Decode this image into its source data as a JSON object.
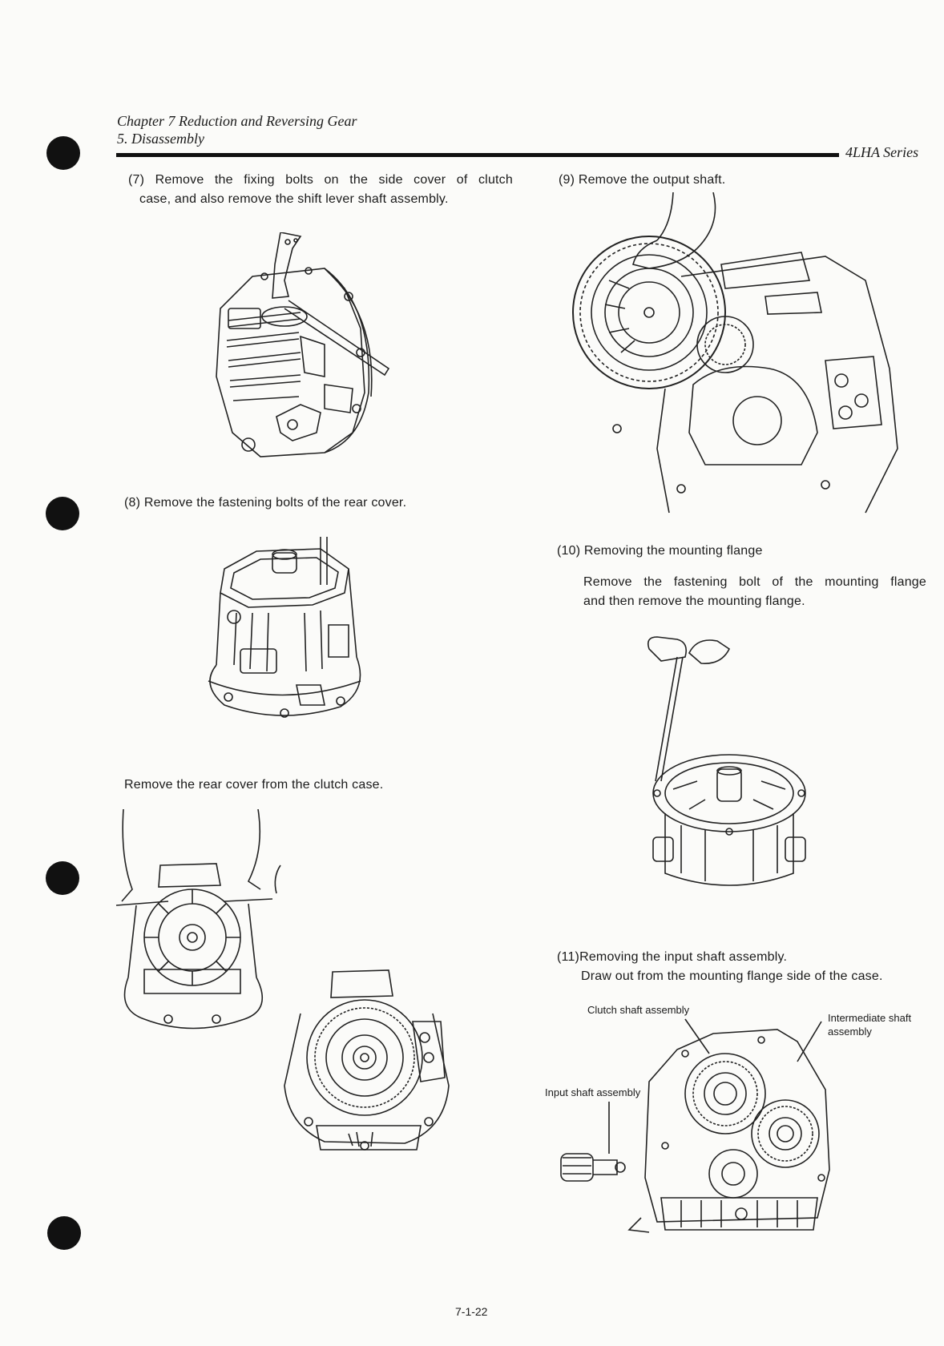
{
  "header": {
    "chapter": "Chapter 7 Reduction and Reversing Gear",
    "section": "5. Disassembly",
    "series": "4LHA Series"
  },
  "steps": {
    "s7": {
      "num": "(7)",
      "text_l1": "Remove the fixing bolts on the side cover of clutch",
      "text_l2": "case, and also remove the shift lever shaft assembly."
    },
    "s8": {
      "num": "(8)",
      "text": "Remove the fastening bolts of the rear cover."
    },
    "s8b": {
      "text": "Remove the rear cover from the clutch case."
    },
    "s9": {
      "num": "(9)",
      "text": "Remove the output shaft."
    },
    "s10": {
      "num": "(10)",
      "title": "Removing the mounting flange",
      "body_l1": "Remove the fastening bolt of the mounting flange",
      "body_l2": "and then remove the mounting flange."
    },
    "s11": {
      "num": "(11)",
      "title": "Removing the input shaft assembly.",
      "body": "Draw out from the mounting flange side of the case."
    }
  },
  "callouts": {
    "clutch_shaft": "Clutch shaft assembly",
    "intermediate_l1": "Intermediate shaft",
    "intermediate_l2": "assembly",
    "input_shaft": "Input shaft assembly"
  },
  "footer": {
    "page_number": "7-1-22"
  }
}
